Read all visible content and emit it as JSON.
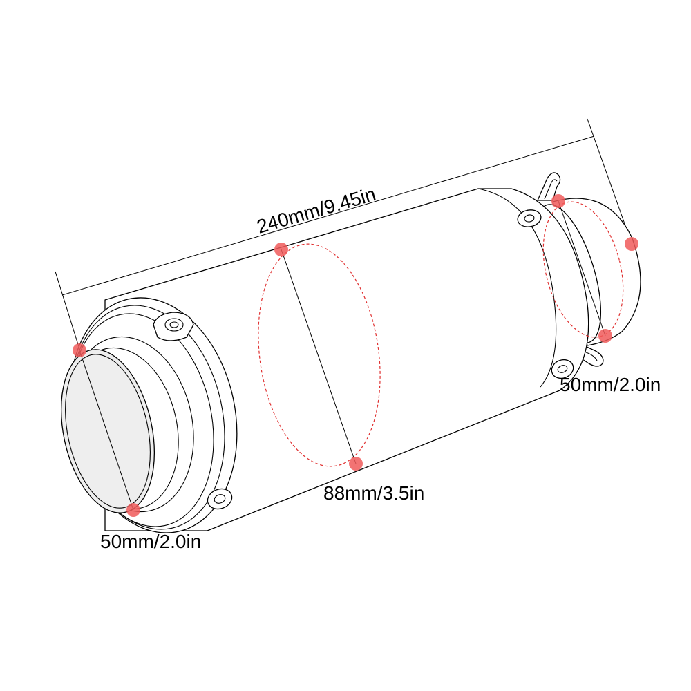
{
  "colors": {
    "outline": "#000000",
    "lens_fill": "#eeeeee",
    "marker": "#f05a5a",
    "dashed_ring": "#e03030"
  },
  "labels": {
    "length": "240mm/9.45in",
    "inlet_diameter": "50mm/2.0in",
    "body_diameter": "88mm/3.5in",
    "outlet_diameter": "50mm/2.0in"
  },
  "icons": {
    "marker": "red-dot-icon",
    "bolt": "bolt-hole-icon",
    "hanger": "hanger-bracket-icon"
  }
}
